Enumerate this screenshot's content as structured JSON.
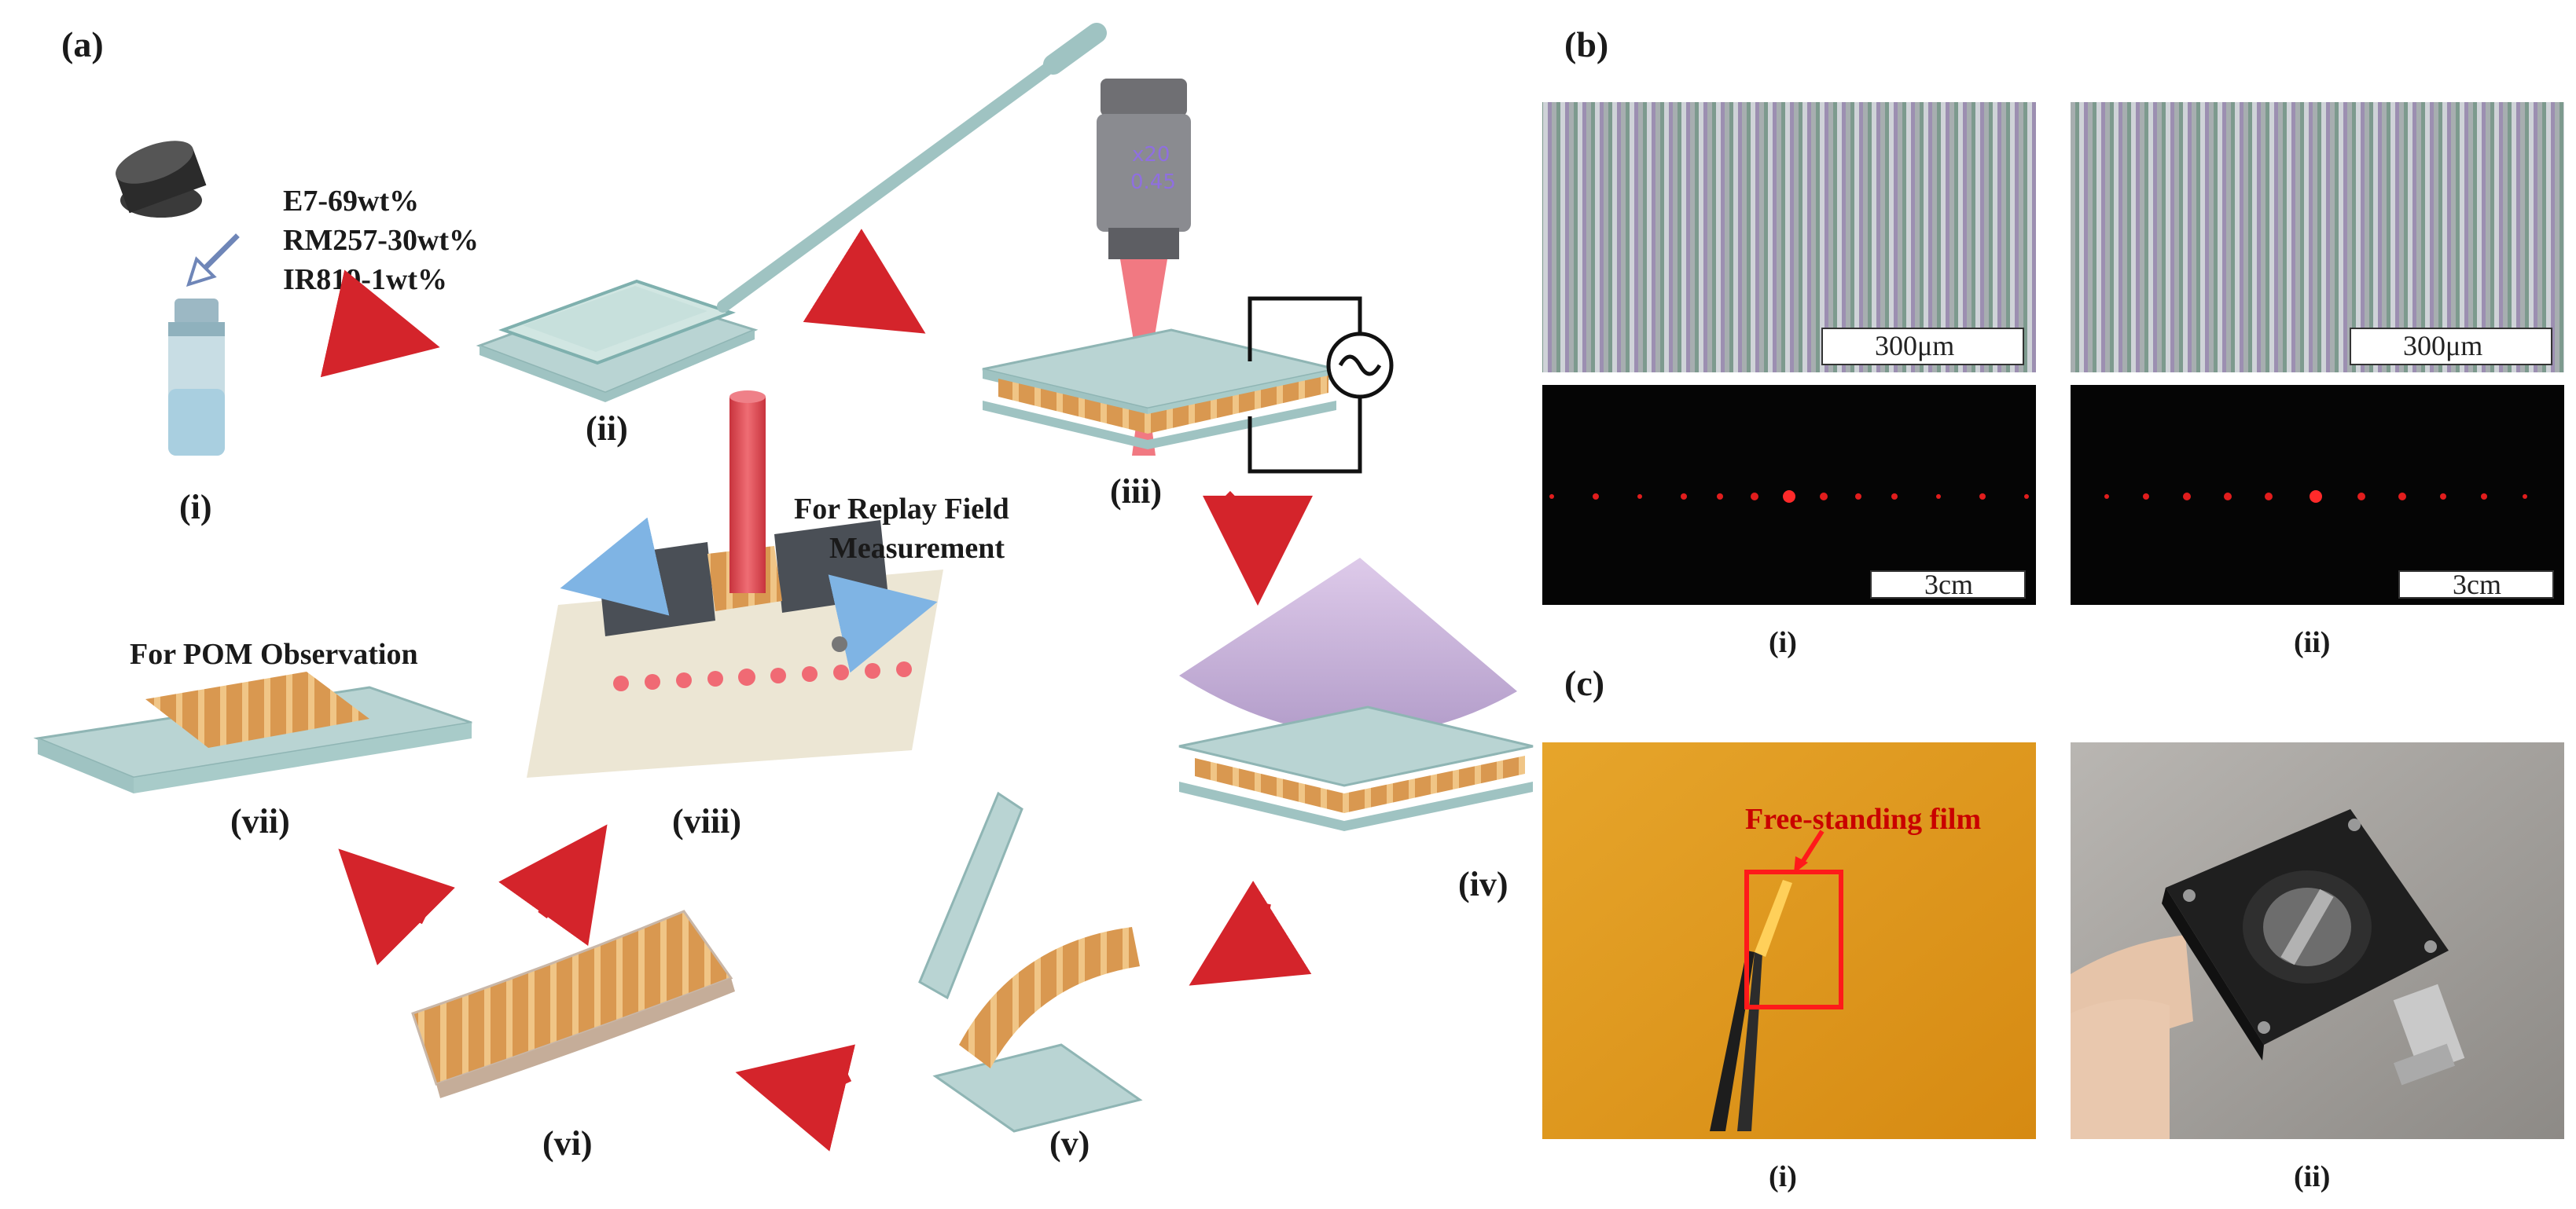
{
  "panels": {
    "a": "(a)",
    "b": "(b)",
    "c": "(c)"
  },
  "part_a": {
    "composition": [
      "E7-69wt%",
      "RM257-30wt%",
      "IR819-1wt%"
    ],
    "objective_text": [
      "x20",
      "0.45"
    ],
    "steps": [
      "(i)",
      "(ii)",
      "(iii)",
      "(iv)",
      "(v)",
      "(vi)",
      "(vii)",
      "(viii)"
    ],
    "replay_label": [
      "For Replay Field",
      "Measurement"
    ],
    "pom_label": "For POM Observation"
  },
  "part_b": {
    "scale_micro": "300μm",
    "scale_far": "3cm",
    "captions": [
      "(i)",
      "(ii)"
    ]
  },
  "part_c": {
    "film_label": "Free-standing film",
    "captions": [
      "(i)",
      "(ii)"
    ]
  },
  "colors": {
    "glass": "#b9d4d3",
    "glass_edge": "#8fb5b4",
    "film_orange": "#e7a24a",
    "laser_red": "#d9434b",
    "arrow_red": "#d4242b",
    "uv_purple": "#c7a9d8",
    "photo_orange": "#e59a1a",
    "frame_red": "#ff1a1a"
  },
  "icons": [
    "cap-icon",
    "vial-icon",
    "hollow-arrow-icon",
    "spatula-icon",
    "objective-lens-icon",
    "ac-source-icon",
    "process-arrow-icon",
    "tweezers-icon",
    "lens-mount-icon"
  ]
}
